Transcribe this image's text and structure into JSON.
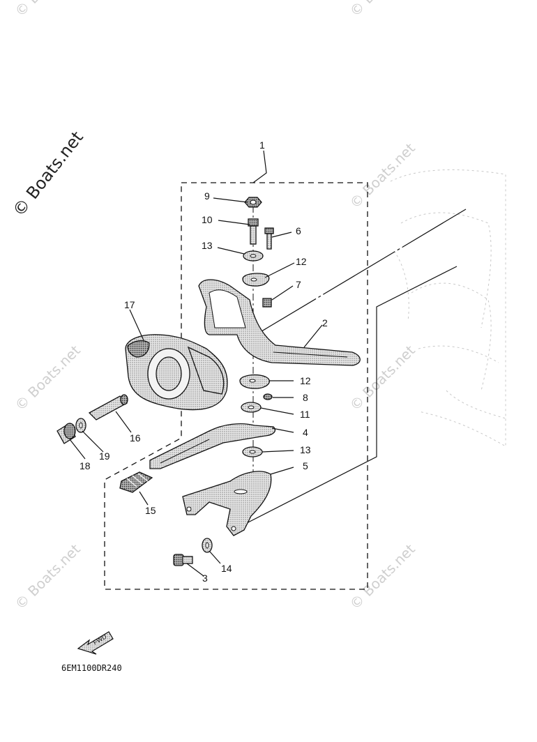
{
  "watermark": {
    "main": "© Boats.net",
    "tile": "© Boats.net"
  },
  "diagram_code": "6EM1100DR240",
  "fwd_label": "FWD",
  "callouts": [
    {
      "id": "1",
      "text": "1"
    },
    {
      "id": "2",
      "text": "2"
    },
    {
      "id": "3",
      "text": "3"
    },
    {
      "id": "4",
      "text": "4"
    },
    {
      "id": "5",
      "text": "5"
    },
    {
      "id": "6",
      "text": "6"
    },
    {
      "id": "7",
      "text": "7"
    },
    {
      "id": "8",
      "text": "8"
    },
    {
      "id": "9",
      "text": "9"
    },
    {
      "id": "10",
      "text": "10"
    },
    {
      "id": "11",
      "text": "11"
    },
    {
      "id": "12a",
      "text": "12"
    },
    {
      "id": "12b",
      "text": "12"
    },
    {
      "id": "13a",
      "text": "13"
    },
    {
      "id": "13b",
      "text": "13"
    },
    {
      "id": "14",
      "text": "14"
    },
    {
      "id": "15",
      "text": "15"
    },
    {
      "id": "16",
      "text": "16"
    },
    {
      "id": "17",
      "text": "17"
    },
    {
      "id": "18",
      "text": "18"
    },
    {
      "id": "19",
      "text": "19"
    }
  ],
  "colors": {
    "line": "#111111",
    "part_fill": "#d9d9d9",
    "part_dark": "#8a8a8a",
    "watermark": "#cfcfcf"
  }
}
